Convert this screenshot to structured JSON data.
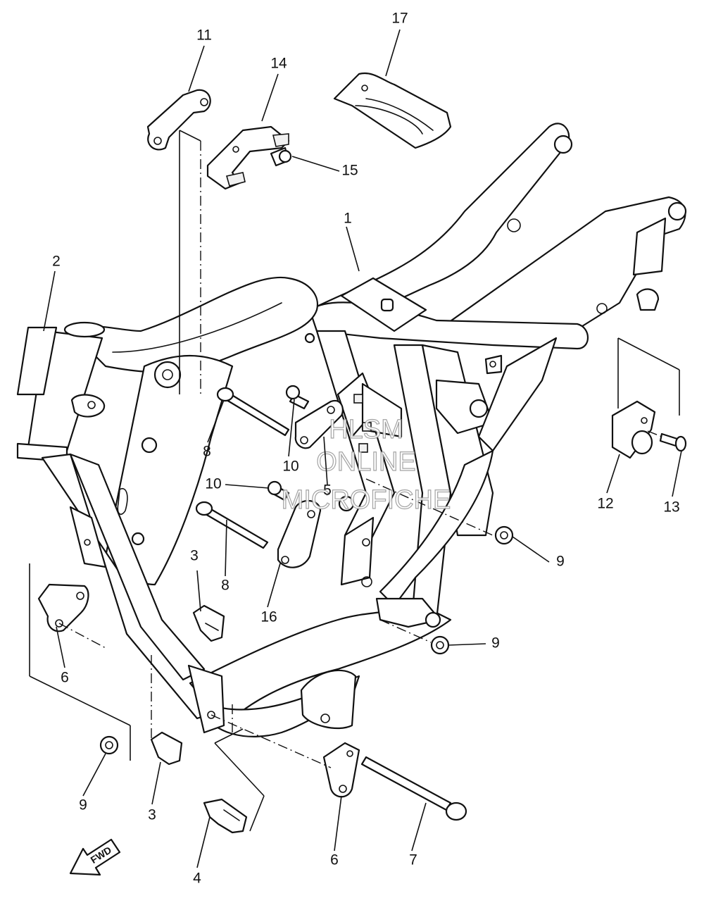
{
  "callouts": [
    {
      "id": "1",
      "text": "1"
    },
    {
      "id": "2",
      "text": "2"
    },
    {
      "id": "3a",
      "text": "3"
    },
    {
      "id": "3b",
      "text": "3"
    },
    {
      "id": "4",
      "text": "4"
    },
    {
      "id": "5",
      "text": "5"
    },
    {
      "id": "6a",
      "text": "6"
    },
    {
      "id": "6b",
      "text": "6"
    },
    {
      "id": "7",
      "text": "7"
    },
    {
      "id": "8a",
      "text": "8"
    },
    {
      "id": "8b",
      "text": "8"
    },
    {
      "id": "9a",
      "text": "9"
    },
    {
      "id": "9b",
      "text": "9"
    },
    {
      "id": "9c",
      "text": "9"
    },
    {
      "id": "10a",
      "text": "10"
    },
    {
      "id": "10b",
      "text": "10"
    },
    {
      "id": "11",
      "text": "11"
    },
    {
      "id": "12",
      "text": "12"
    },
    {
      "id": "13",
      "text": "13"
    },
    {
      "id": "14",
      "text": "14"
    },
    {
      "id": "15",
      "text": "15"
    },
    {
      "id": "16",
      "text": "16"
    },
    {
      "id": "17",
      "text": "17"
    }
  ],
  "watermark": {
    "line1": "HLSM",
    "line2": "ONLINE",
    "line3": "MICROFICHE"
  },
  "fwd_label": "FWD"
}
